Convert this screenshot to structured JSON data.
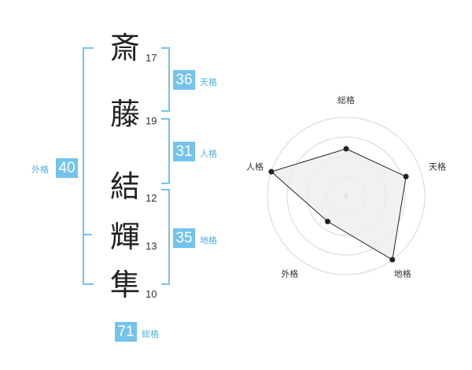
{
  "name_chars": [
    {
      "char": "斎",
      "strokes": "17"
    },
    {
      "char": "藤",
      "strokes": "19"
    },
    {
      "char": "結",
      "strokes": "12"
    },
    {
      "char": "輝",
      "strokes": "13"
    },
    {
      "char": "隼",
      "strokes": "10"
    }
  ],
  "fortunes": {
    "tenkaku": {
      "value": "36",
      "label": "天格"
    },
    "jinkaku": {
      "value": "31",
      "label": "人格"
    },
    "chikaku": {
      "value": "35",
      "label": "地格"
    },
    "gaikaku": {
      "value": "40",
      "label": "外格"
    },
    "soukaku": {
      "value": "71",
      "label": "総格"
    }
  },
  "colors": {
    "accent": "#74c3ea",
    "radar_fill": "#eeeeee",
    "radar_line": "#222222"
  },
  "chart_data": {
    "type": "radar",
    "axes": [
      "総格",
      "天格",
      "地格",
      "外格",
      "人格"
    ],
    "values": [
      3,
      4,
      5,
      2,
      5
    ],
    "max": 5
  }
}
